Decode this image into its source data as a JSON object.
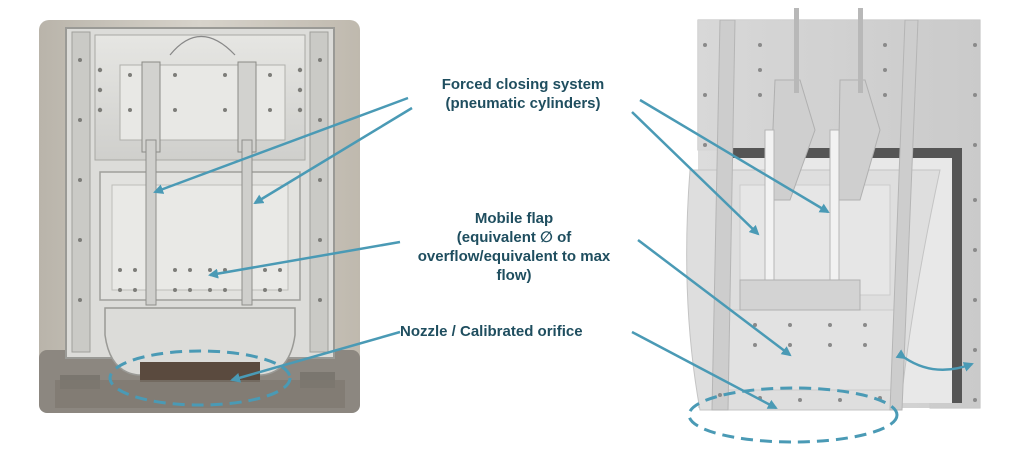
{
  "labels": {
    "forced_closing": {
      "line1": "Forced closing system",
      "line2": "(pneumatic cylinders)"
    },
    "mobile_flap": {
      "line1": "Mobile flap",
      "line2": "(equivalent ∅ of",
      "line3": "overflow/equivalent to max",
      "line4": "flow)"
    },
    "nozzle": {
      "line1": "Nozzle / Calibrated orifice"
    }
  },
  "colors": {
    "arrow": "#4a9ab5",
    "label_text": "#1f4e5f",
    "dashed_ellipse": "#4a9ab5"
  }
}
